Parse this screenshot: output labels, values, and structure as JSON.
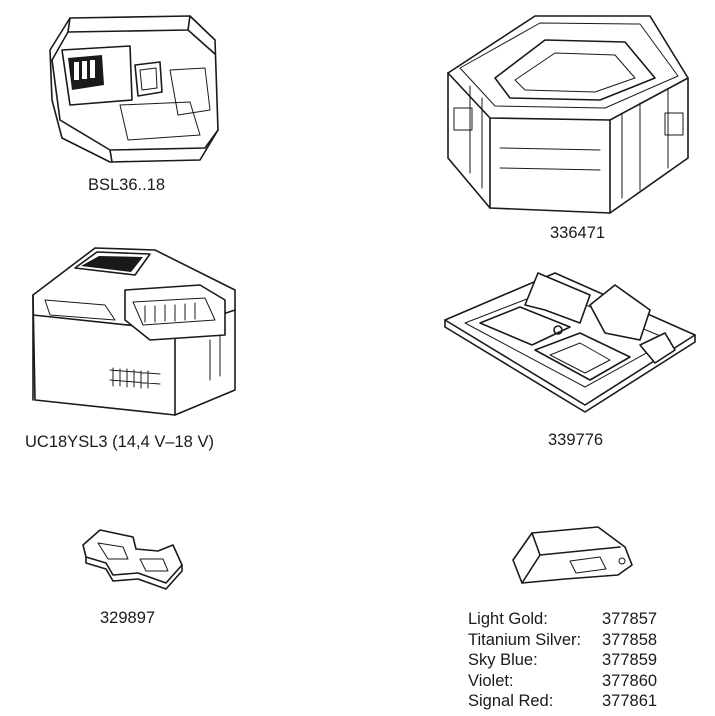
{
  "items": {
    "battery": {
      "label": "BSL36..18"
    },
    "systainer": {
      "label": "336471"
    },
    "charger": {
      "label": "UC18YSL3 (14,4 V–18 V)"
    },
    "insert": {
      "label": "339776"
    },
    "bracket": {
      "label": "329897"
    },
    "color_clip": {
      "variants": [
        {
          "name": "Light Gold:",
          "code": "377857"
        },
        {
          "name": "Titanium Silver:",
          "code": "377858"
        },
        {
          "name": "Sky Blue:",
          "code": "377859"
        },
        {
          "name": "Violet:",
          "code": "377860"
        },
        {
          "name": "Signal Red:",
          "code": "377861"
        }
      ]
    }
  },
  "style": {
    "line_color": "#1a1a1a",
    "background": "#ffffff"
  }
}
